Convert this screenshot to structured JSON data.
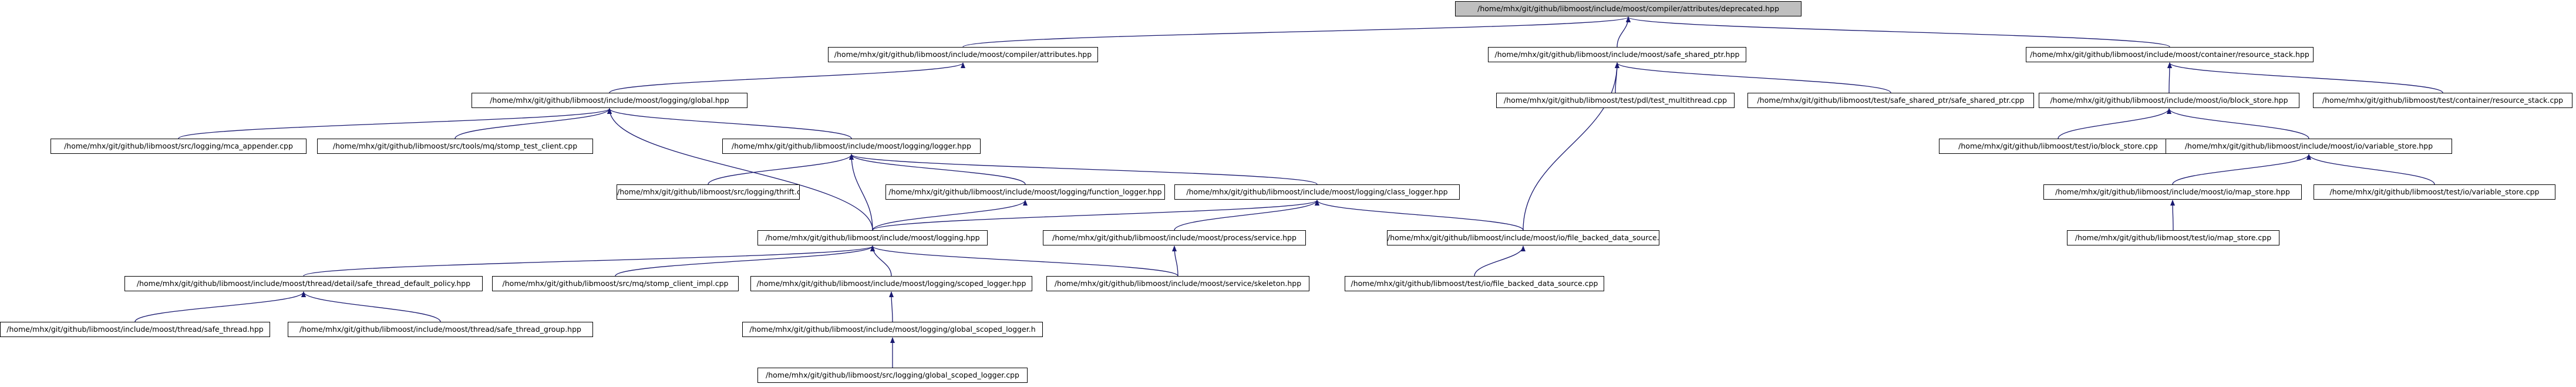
{
  "graph": {
    "edge_color": "#191970",
    "root_fill": "#bfbfbf",
    "nodes": [
      {
        "id": "n0",
        "label": "/home/mhx/git/github/libmoost/include/moost/compiler/attributes/deprecated.hpp",
        "root": true
      },
      {
        "id": "n1",
        "label": "/home/mhx/git/github/libmoost/include/moost/compiler/attributes.hpp"
      },
      {
        "id": "n2",
        "label": "/home/mhx/git/github/libmoost/include/moost/safe_shared_ptr.hpp"
      },
      {
        "id": "n3",
        "label": "/home/mhx/git/github/libmoost/include/moost/container/resource_stack.hpp"
      },
      {
        "id": "n4",
        "label": "/home/mhx/git/github/libmoost/include/moost/logging/global.hpp"
      },
      {
        "id": "n5",
        "label": "/home/mhx/git/github/libmoost/test/pdl/test_multithread.cpp"
      },
      {
        "id": "n6",
        "label": "/home/mhx/git/github/libmoost/test/safe_shared_ptr/safe_shared_ptr.cpp"
      },
      {
        "id": "n7",
        "label": "/home/mhx/git/github/libmoost/include/moost/io/block_store.hpp"
      },
      {
        "id": "n8",
        "label": "/home/mhx/git/github/libmoost/test/container/resource_stack.cpp"
      },
      {
        "id": "n9",
        "label": "/home/mhx/git/github/libmoost/src/logging/mca_appender.cpp"
      },
      {
        "id": "n10",
        "label": "/home/mhx/git/github/libmoost/src/tools/mq/stomp_test_client.cpp"
      },
      {
        "id": "n11",
        "label": "/home/mhx/git/github/libmoost/include/moost/logging/logger.hpp"
      },
      {
        "id": "n12",
        "label": "/home/mhx/git/github/libmoost/test/io/block_store.cpp"
      },
      {
        "id": "n13",
        "label": "/home/mhx/git/github/libmoost/include/moost/io/variable_store.hpp"
      },
      {
        "id": "n14",
        "label": "/home/mhx/git/github/libmoost/src/logging/thrift.cpp"
      },
      {
        "id": "n15",
        "label": "/home/mhx/git/github/libmoost/include/moost/logging/function_logger.hpp"
      },
      {
        "id": "n16",
        "label": "/home/mhx/git/github/libmoost/include/moost/logging/class_logger.hpp"
      },
      {
        "id": "n17",
        "label": "/home/mhx/git/github/libmoost/include/moost/io/map_store.hpp"
      },
      {
        "id": "n18",
        "label": "/home/mhx/git/github/libmoost/test/io/variable_store.cpp"
      },
      {
        "id": "n19",
        "label": "/home/mhx/git/github/libmoost/include/moost/logging.hpp"
      },
      {
        "id": "n20",
        "label": "/home/mhx/git/github/libmoost/include/moost/process/service.hpp"
      },
      {
        "id": "n21",
        "label": "/home/mhx/git/github/libmoost/include/moost/io/file_backed_data_source.hpp"
      },
      {
        "id": "n22",
        "label": "/home/mhx/git/github/libmoost/test/io/map_store.cpp"
      },
      {
        "id": "n23",
        "label": "/home/mhx/git/github/libmoost/include/moost/thread/detail/safe_thread_default_policy.hpp"
      },
      {
        "id": "n24",
        "label": "/home/mhx/git/github/libmoost/src/mq/stomp_client_impl.cpp"
      },
      {
        "id": "n25",
        "label": "/home/mhx/git/github/libmoost/include/moost/logging/scoped_logger.hpp"
      },
      {
        "id": "n26",
        "label": "/home/mhx/git/github/libmoost/include/moost/service/skeleton.hpp"
      },
      {
        "id": "n27",
        "label": "/home/mhx/git/github/libmoost/test/io/file_backed_data_source.cpp"
      },
      {
        "id": "n28",
        "label": "/home/mhx/git/github/libmoost/include/moost/thread/safe_thread.hpp"
      },
      {
        "id": "n29",
        "label": "/home/mhx/git/github/libmoost/include/moost/thread/safe_thread_group.hpp"
      },
      {
        "id": "n30",
        "label": "/home/mhx/git/github/libmoost/include/moost/logging/global_scoped_logger.h"
      },
      {
        "id": "n31",
        "label": "/home/mhx/git/github/libmoost/src/logging/global_scoped_logger.cpp"
      }
    ],
    "edges": [
      [
        "n0",
        "n1"
      ],
      [
        "n0",
        "n2"
      ],
      [
        "n0",
        "n3"
      ],
      [
        "n1",
        "n4"
      ],
      [
        "n2",
        "n5"
      ],
      [
        "n2",
        "n6"
      ],
      [
        "n2",
        "n21"
      ],
      [
        "n3",
        "n7"
      ],
      [
        "n3",
        "n8"
      ],
      [
        "n4",
        "n9"
      ],
      [
        "n4",
        "n10"
      ],
      [
        "n4",
        "n11"
      ],
      [
        "n4",
        "n19"
      ],
      [
        "n7",
        "n12"
      ],
      [
        "n7",
        "n13"
      ],
      [
        "n11",
        "n14"
      ],
      [
        "n11",
        "n15"
      ],
      [
        "n11",
        "n16"
      ],
      [
        "n11",
        "n19"
      ],
      [
        "n13",
        "n17"
      ],
      [
        "n13",
        "n18"
      ],
      [
        "n15",
        "n19"
      ],
      [
        "n16",
        "n19"
      ],
      [
        "n16",
        "n20"
      ],
      [
        "n16",
        "n21"
      ],
      [
        "n17",
        "n22"
      ],
      [
        "n19",
        "n23"
      ],
      [
        "n19",
        "n24"
      ],
      [
        "n19",
        "n25"
      ],
      [
        "n19",
        "n26"
      ],
      [
        "n20",
        "n26"
      ],
      [
        "n21",
        "n27"
      ],
      [
        "n23",
        "n28"
      ],
      [
        "n23",
        "n29"
      ],
      [
        "n25",
        "n30"
      ],
      [
        "n30",
        "n31"
      ]
    ]
  }
}
